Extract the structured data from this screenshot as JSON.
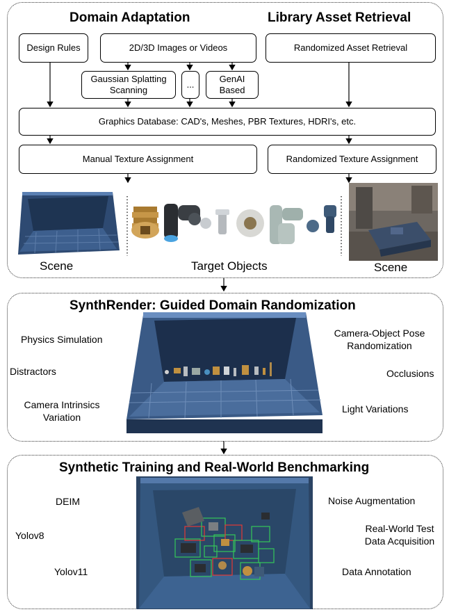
{
  "top": {
    "heading_left": "Domain Adaptation",
    "heading_right": "Library Asset Retrieval",
    "design_rules": "Design Rules",
    "images_videos": "2D/3D Images or Videos",
    "gaussian": "Gaussian Splatting Scanning",
    "ellipsis": "...",
    "genai": "GenAI Based",
    "randomized_retrieval": "Randomized Asset Retrieval",
    "graphics_db": "Graphics Database: CAD's, Meshes, PBR Textures, HDRI's, etc.",
    "manual_texture": "Manual Texture Assignment",
    "randomized_texture": "Randomized Texture Assignment",
    "scene_left": "Scene",
    "target_objects": "Target Objects",
    "scene_right": "Scene"
  },
  "middle": {
    "heading": "SynthRender: Guided Domain Randomization",
    "physics": "Physics Simulation",
    "distractors": "Distractors",
    "camera_intrinsics": "Camera Intrinsics Variation",
    "pose_random": "Camera-Object Pose Randomization",
    "occlusions": "Occlusions",
    "light": "Light Variations"
  },
  "bottom": {
    "heading": "Synthetic Training and Real-World Benchmarking",
    "deim": "DEIM",
    "yolov8": "Yolov8",
    "yolov11": "Yolov11",
    "noise": "Noise Augmentation",
    "real_world": "Real-World Test Data Acquisition",
    "annotation": "Data Annotation"
  },
  "colors": {
    "crate_blue": "#3a5a86",
    "crate_dark": "#1f3350",
    "brass": "#c09040",
    "steel": "#b8bcc0",
    "box_green": "#34c759",
    "box_red": "#e53935"
  }
}
